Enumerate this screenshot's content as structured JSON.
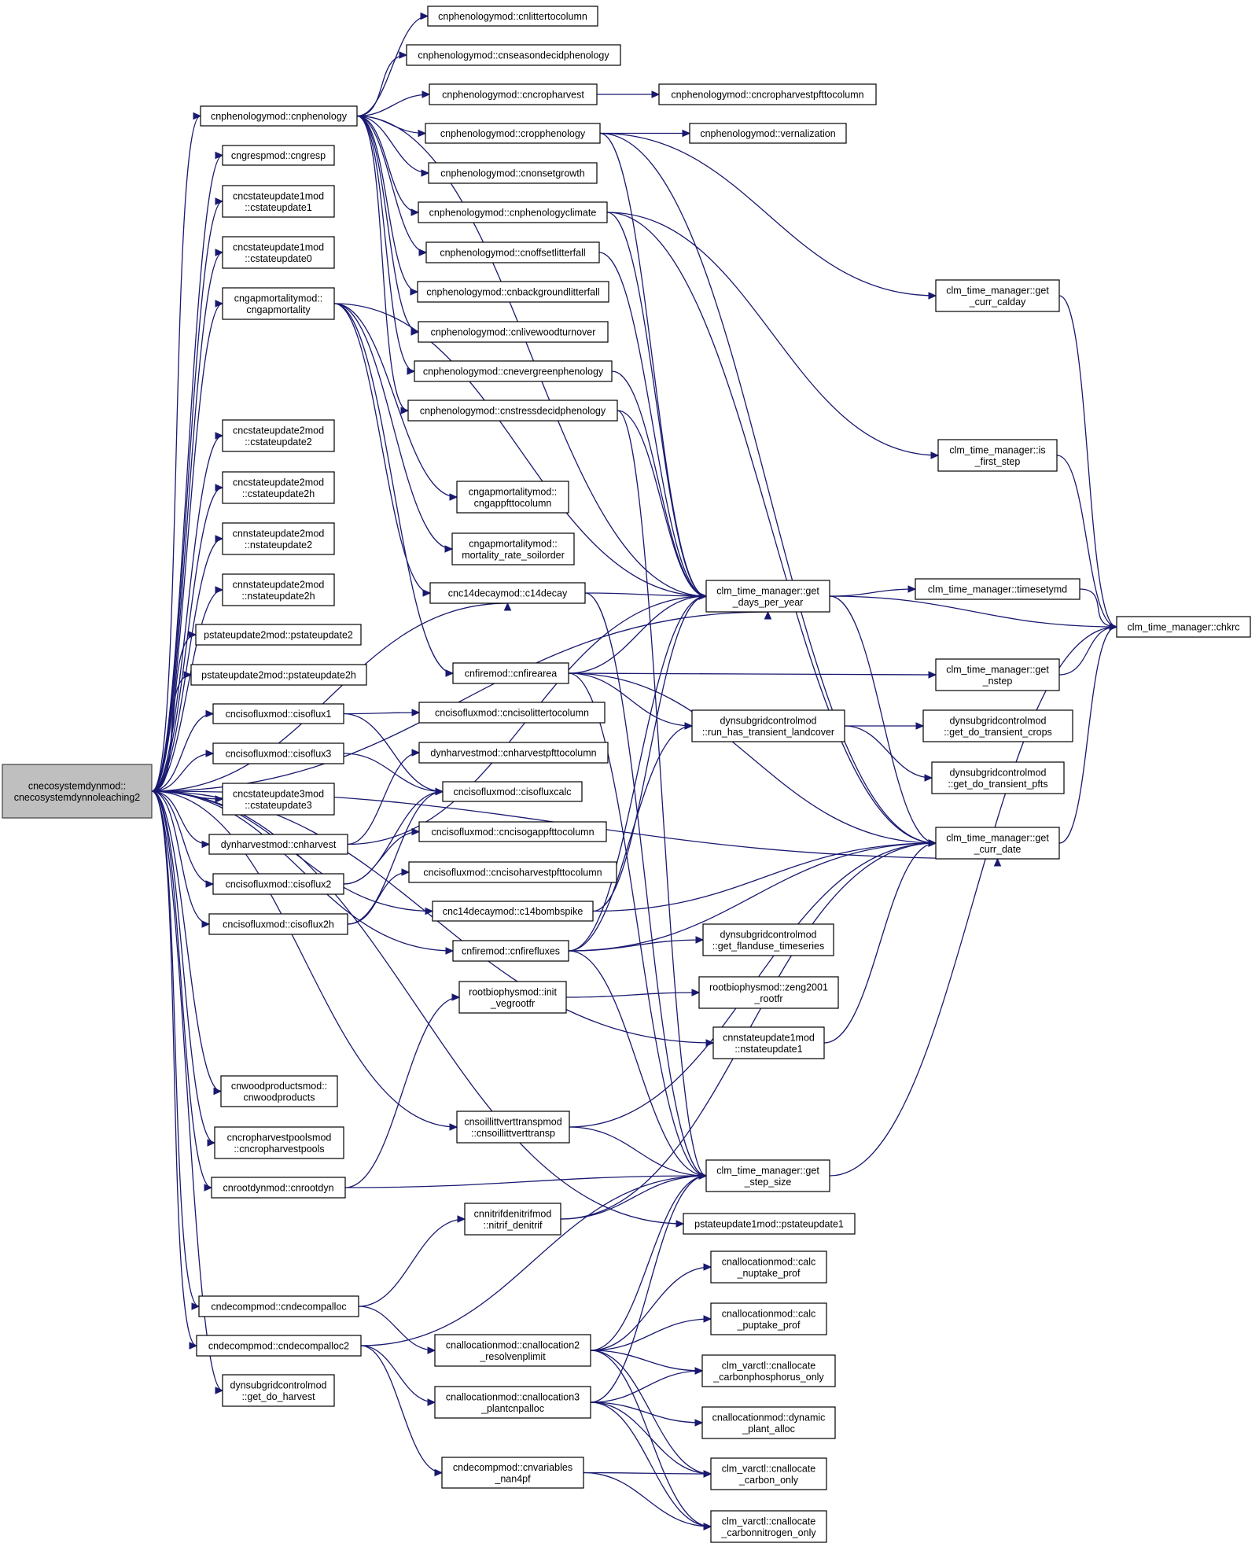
{
  "graph": {
    "edge_color": "#191970",
    "root_fill": "#bfbfbf",
    "node_fill": "#ffffff",
    "nodes": [
      {
        "id": "root",
        "lines": [
          "cnecosystemdynmod::",
          "cnecosystemdynnoleaching2"
        ]
      },
      {
        "id": "phen",
        "lines": [
          "cnphenologymod::cnphenology"
        ]
      },
      {
        "id": "gresp",
        "lines": [
          "cngrespmod::cngresp"
        ]
      },
      {
        "id": "cs1",
        "lines": [
          "cncstateupdate1mod",
          "::cstateupdate1"
        ]
      },
      {
        "id": "cs0",
        "lines": [
          "cncstateupdate1mod",
          "::cstateupdate0"
        ]
      },
      {
        "id": "gapm",
        "lines": [
          "cngapmortalitymod::",
          "cngapmortality"
        ]
      },
      {
        "id": "cs2",
        "lines": [
          "cncstateupdate2mod",
          "::cstateupdate2"
        ]
      },
      {
        "id": "cs2h",
        "lines": [
          "cncstateupdate2mod",
          "::cstateupdate2h"
        ]
      },
      {
        "id": "ns2",
        "lines": [
          "cnnstateupdate2mod",
          "::nstateupdate2"
        ]
      },
      {
        "id": "ns2h",
        "lines": [
          "cnnstateupdate2mod",
          "::nstateupdate2h"
        ]
      },
      {
        "id": "ps2",
        "lines": [
          "pstateupdate2mod::pstateupdate2"
        ]
      },
      {
        "id": "ps2h",
        "lines": [
          "pstateupdate2mod::pstateupdate2h"
        ]
      },
      {
        "id": "ciso1",
        "lines": [
          "cncisofluxmod::cisoflux1"
        ]
      },
      {
        "id": "ciso3",
        "lines": [
          "cncisofluxmod::cisoflux3"
        ]
      },
      {
        "id": "cs3",
        "lines": [
          "cncstateupdate3mod",
          "::cstateupdate3"
        ]
      },
      {
        "id": "dynharv",
        "lines": [
          "dynharvestmod::cnharvest"
        ]
      },
      {
        "id": "ciso2",
        "lines": [
          "cncisofluxmod::cisoflux2"
        ]
      },
      {
        "id": "ciso2h",
        "lines": [
          "cncisofluxmod::cisoflux2h"
        ]
      },
      {
        "id": "woodp",
        "lines": [
          "cnwoodproductsmod::",
          "cnwoodproducts"
        ]
      },
      {
        "id": "crophp",
        "lines": [
          "cncropharvestpoolsmod",
          "::cncropharvestpools"
        ]
      },
      {
        "id": "rootdyn",
        "lines": [
          "cnrootdynmod::cnrootdyn"
        ]
      },
      {
        "id": "decomp",
        "lines": [
          "cndecompmod::cndecompalloc"
        ]
      },
      {
        "id": "decomp2",
        "lines": [
          "cndecompmod::cndecompalloc2"
        ]
      },
      {
        "id": "getharv",
        "lines": [
          "dynsubgridcontrolmod",
          "::get_do_harvest"
        ]
      },
      {
        "id": "litcol",
        "lines": [
          "cnphenologymod::cnlittertocolumn"
        ]
      },
      {
        "id": "season",
        "lines": [
          "cnphenologymod::cnseasondecidphenology"
        ]
      },
      {
        "id": "cropharv",
        "lines": [
          "cnphenologymod::cncropharvest"
        ]
      },
      {
        "id": "cropharvpft",
        "lines": [
          "cnphenologymod::cncropharvestpfttocolumn"
        ]
      },
      {
        "id": "cropphen",
        "lines": [
          "cnphenologymod::cropphenology"
        ]
      },
      {
        "id": "vern",
        "lines": [
          "cnphenologymod::vernalization"
        ]
      },
      {
        "id": "onset",
        "lines": [
          "cnphenologymod::cnonsetgrowth"
        ]
      },
      {
        "id": "phclim",
        "lines": [
          "cnphenologymod::cnphenologyclimate"
        ]
      },
      {
        "id": "offset",
        "lines": [
          "cnphenologymod::cnoffsetlitterfall"
        ]
      },
      {
        "id": "bglit",
        "lines": [
          "cnphenologymod::cnbackgroundlitterfall"
        ]
      },
      {
        "id": "livewood",
        "lines": [
          "cnphenologymod::cnlivewoodturnover"
        ]
      },
      {
        "id": "evergreen",
        "lines": [
          "cnphenologymod::cnevergreenphenology"
        ]
      },
      {
        "id": "stress",
        "lines": [
          "cnphenologymod::cnstressdecidphenology"
        ]
      },
      {
        "id": "gapp",
        "lines": [
          "cngapmortalitymod::",
          "cngappfttocolumn"
        ]
      },
      {
        "id": "mortsoil",
        "lines": [
          "cngapmortalitymod::",
          "mortality_rate_soilorder"
        ]
      },
      {
        "id": "c14decay",
        "lines": [
          "cnc14decaymod::c14decay"
        ]
      },
      {
        "id": "firearea",
        "lines": [
          "cnfiremod::cnfirearea"
        ]
      },
      {
        "id": "isolit",
        "lines": [
          "cncisofluxmod::cncisolittertocolumn"
        ]
      },
      {
        "id": "dynharvpft",
        "lines": [
          "dynharvestmod::cnharvestpfttocolumn"
        ]
      },
      {
        "id": "isocalc",
        "lines": [
          "cncisofluxmod::cisofluxcalc"
        ]
      },
      {
        "id": "isogap",
        "lines": [
          "cncisofluxmod::cncisogappfttocolumn"
        ]
      },
      {
        "id": "isoharv",
        "lines": [
          "cncisofluxmod::cncisoharvestpfttocolumn"
        ]
      },
      {
        "id": "bomb",
        "lines": [
          "cnc14decaymod::c14bombspike"
        ]
      },
      {
        "id": "firefl",
        "lines": [
          "cnfiremod::cnfirefluxes"
        ]
      },
      {
        "id": "initveg",
        "lines": [
          "rootbiophysmod::init",
          "_vegrootfr"
        ]
      },
      {
        "id": "soillit",
        "lines": [
          "cnsoillittverttranspmod",
          "::cnsoillittverttransp"
        ]
      },
      {
        "id": "nitrif",
        "lines": [
          "cnnitrifdenitrifmod",
          "::nitrif_denitrif"
        ]
      },
      {
        "id": "alloc2",
        "lines": [
          "cnallocationmod::cnallocation2",
          "_resolvenplimit"
        ]
      },
      {
        "id": "alloc3",
        "lines": [
          "cnallocationmod::cnallocation3",
          "_plantcnpalloc"
        ]
      },
      {
        "id": "nan4pf",
        "lines": [
          "cndecompmod::cnvariables",
          "_nan4pf"
        ]
      },
      {
        "id": "daysyr",
        "lines": [
          "clm_time_manager::get",
          "_days_per_year"
        ]
      },
      {
        "id": "runtrans",
        "lines": [
          "dynsubgridcontrolmod",
          "::run_has_transient_landcover"
        ]
      },
      {
        "id": "getfland",
        "lines": [
          "dynsubgridcontrolmod",
          "::get_flanduse_timeseries"
        ]
      },
      {
        "id": "zeng",
        "lines": [
          "rootbiophysmod::zeng2001",
          "_rootfr"
        ]
      },
      {
        "id": "ns1",
        "lines": [
          "cnnstateupdate1mod",
          "::nstateupdate1"
        ]
      },
      {
        "id": "stepsz",
        "lines": [
          "clm_time_manager::get",
          "_step_size"
        ]
      },
      {
        "id": "ps1",
        "lines": [
          "pstateupdate1mod::pstateupdate1"
        ]
      },
      {
        "id": "nuptake",
        "lines": [
          "cnallocationmod::calc",
          "_nuptake_prof"
        ]
      },
      {
        "id": "puptake",
        "lines": [
          "cnallocationmod::calc",
          "_puptake_prof"
        ]
      },
      {
        "id": "cponly",
        "lines": [
          "clm_varctl::cnallocate",
          "_carbonphosphorus_only"
        ]
      },
      {
        "id": "dynalloc",
        "lines": [
          "cnallocationmod::dynamic",
          "_plant_alloc"
        ]
      },
      {
        "id": "conly",
        "lines": [
          "clm_varctl::cnallocate",
          "_carbon_only"
        ]
      },
      {
        "id": "cnonly",
        "lines": [
          "clm_varctl::cnallocate",
          "_carbonnitrogen_only"
        ]
      },
      {
        "id": "calday",
        "lines": [
          "clm_time_manager::get",
          "_curr_calday"
        ]
      },
      {
        "id": "isfirst",
        "lines": [
          "clm_time_manager::is",
          "_first_step"
        ]
      },
      {
        "id": "timeset",
        "lines": [
          "clm_time_manager::timesetymd"
        ]
      },
      {
        "id": "chkrc",
        "lines": [
          "clm_time_manager::chkrc"
        ]
      },
      {
        "id": "nstep",
        "lines": [
          "clm_time_manager::get",
          "_nstep"
        ]
      },
      {
        "id": "transcrops",
        "lines": [
          "dynsubgridcontrolmod",
          "::get_do_transient_crops"
        ]
      },
      {
        "id": "transpfts",
        "lines": [
          "dynsubgridcontrolmod",
          "::get_do_transient_pfts"
        ]
      },
      {
        "id": "currdate",
        "lines": [
          "clm_time_manager::get",
          "_curr_date"
        ]
      }
    ]
  }
}
